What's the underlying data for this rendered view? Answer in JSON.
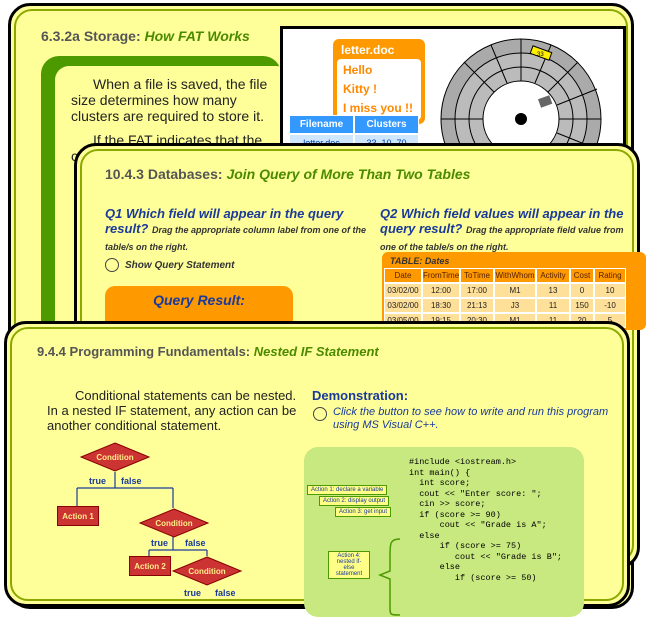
{
  "card1": {
    "number": "6.3.2a",
    "section": "Storage",
    "subtitle": "How FAT Works",
    "para1": "When a file is saved, the file size determines how many clusters are required to store it.",
    "para2": "If the FAT indicates that the... clu... the... issu..."
  },
  "disk_demo": {
    "file_name": "letter.doc",
    "message_lines": [
      "Hello",
      "Kitty !",
      "I miss you !!"
    ],
    "fat_headers": [
      "Filename",
      "Clusters"
    ],
    "fat_row": [
      "letter.doc",
      "33, 10, 70"
    ],
    "sector_label": "33"
  },
  "card2": {
    "number": "10.4.3",
    "section": "Databases",
    "subtitle": "Join Query of More Than Two Tables",
    "q1_title": "Q1 Which field will appear in the query result?",
    "q1_hint": "Drag the appropriate column label from one of the table/s on the right.",
    "q2_title": "Q2 Which field values will appear in the query result?",
    "q2_hint": "Drag the appropriate field value from one of the table/s on the right.",
    "show_query": "Show Query Statement",
    "query_result": "Query Result:",
    "table_caption": "TABLE: Dates",
    "table_headers": [
      "Date",
      "FromTime",
      "ToTime",
      "WithWhom",
      "Activity",
      "Cost",
      "Rating"
    ],
    "table_rows": [
      [
        "03/02/00",
        "12:00",
        "17:00",
        "M1",
        "13",
        "0",
        "10"
      ],
      [
        "03/02/00",
        "18:30",
        "21:13",
        "J3",
        "11",
        "150",
        "-10"
      ],
      [
        "03/05/00",
        "19:15",
        "20:30",
        "M1",
        "11",
        "20",
        "5"
      ]
    ]
  },
  "card3": {
    "number": "9.4.4",
    "section": "Programming Fundamentals",
    "subtitle": "Nested IF Statement",
    "intro": "Conditional statements can be nested. In a nested IF statement, any action can be another conditional statement.",
    "demo_heading": "Demonstration:",
    "demo_text": "Click the button to see how to write and run this program using MS Visual C++.",
    "flow": {
      "condition": "Condition",
      "true_label": "true",
      "false_label": "false",
      "action1": "Action 1",
      "action2": "Action 2"
    },
    "code_lines": "#include <iostream.h>\nint main() {\n  int score;\n  cout << \"Enter score: \";\n  cin >> score;\n  if (score >= 90)\n      cout << \"Grade is A\";\n  else\n      if (score >= 75)\n         cout << \"Grade is B\";\n      else\n         if (score >= 50)",
    "tags": [
      "Action 1: declare a variable",
      "Action 2: display output",
      "Action 3: get input",
      "Action 4: nested if-else statement"
    ]
  }
}
